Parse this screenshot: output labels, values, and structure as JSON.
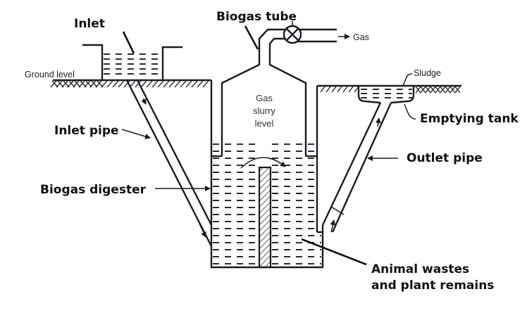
{
  "diagram": {
    "labels": {
      "inlet": "Inlet",
      "biogas_tube": "Biogas tube",
      "gas_out": "Gas",
      "ground_level": "Ground level",
      "sludge": "Sludge",
      "emptying_tank": "Emptying tank",
      "inlet_pipe": "Inlet pipe",
      "outlet_pipe": "Outlet pipe",
      "biogas_digester": "Biogas digester",
      "gas_slurry_level": [
        "Gas",
        "slurry",
        "level"
      ],
      "animal_wastes": [
        "Animal wastes",
        "and plant remains"
      ]
    },
    "colors": {
      "line": "#1a1a22",
      "label": "#111111",
      "background": "#ffffff"
    }
  }
}
